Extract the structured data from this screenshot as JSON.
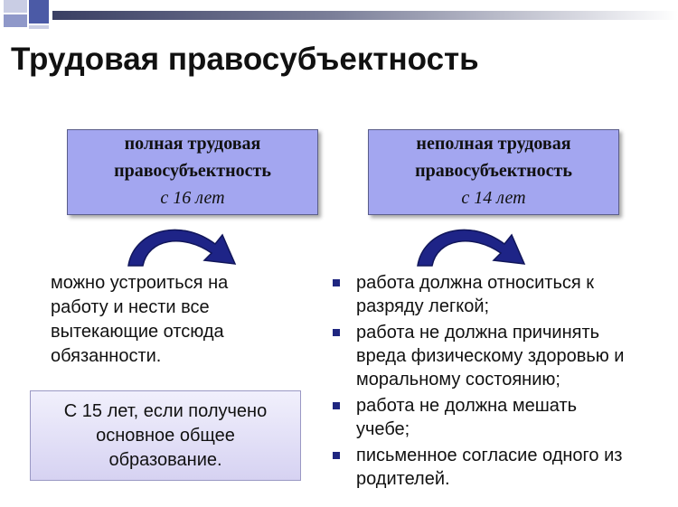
{
  "title": "Трудовая правосубъектность",
  "left_box": {
    "line1": "полная трудовая",
    "line2": "правосубъектность",
    "line3": "с 16 лет"
  },
  "right_box": {
    "line1": "неполная трудовая",
    "line2": "правосубъектность",
    "line3": "с 14 лет"
  },
  "left_text": {
    "lines": [
      "можно устроиться на",
      "работу и нести все",
      "вытекающие отсюда",
      "обязанности."
    ]
  },
  "note": {
    "lines": [
      "С 15 лет, если получено",
      "основное общее",
      "образование."
    ]
  },
  "right_list": [
    {
      "lines": [
        "работа должна относиться к",
        "разряду легкой;"
      ]
    },
    {
      "lines": [
        "работа не должна причинять",
        "вреда физическому здоровью и",
        "моральному состоянию;"
      ]
    },
    {
      "lines": [
        "работа не должна мешать",
        "учебе;"
      ]
    },
    {
      "lines": [
        "письменное согласие одного из",
        "родителей."
      ]
    }
  ],
  "colors": {
    "box_fill": "#a3a6f0",
    "arrow_fill": "#1e2487",
    "bullet": "#1f2680"
  }
}
